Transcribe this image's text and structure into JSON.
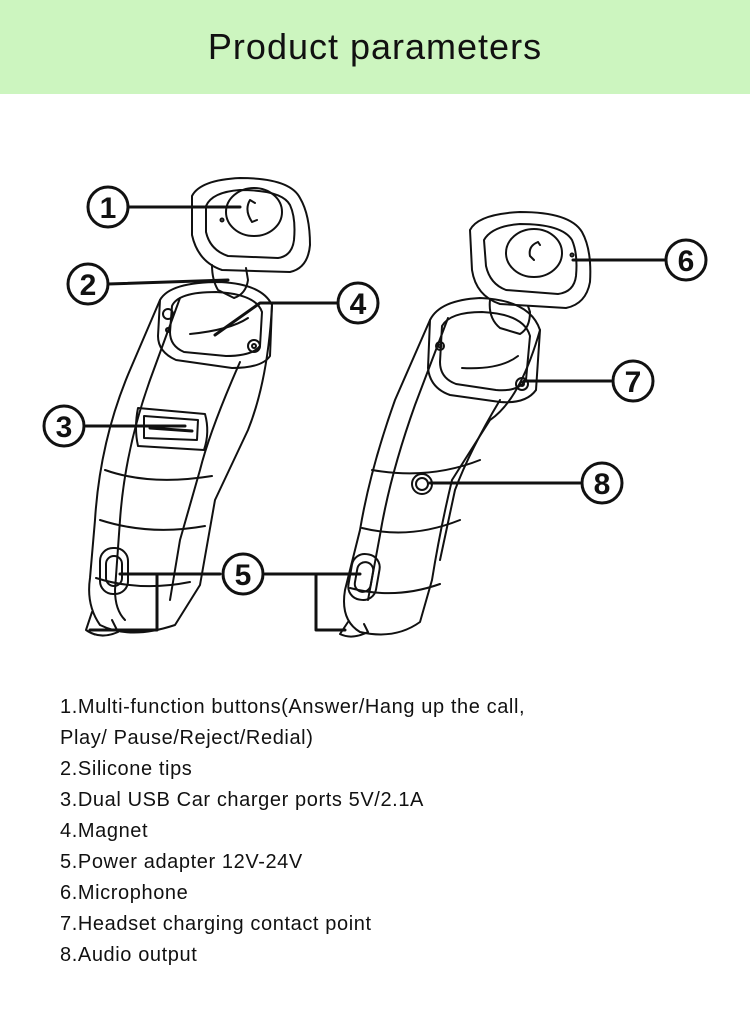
{
  "header": {
    "title": "Product parameters"
  },
  "diagram": {
    "callouts": [
      "1",
      "2",
      "3",
      "4",
      "5",
      "6",
      "7",
      "8"
    ]
  },
  "parameters": [
    "1.Multi-function buttons(Answer/Hang up the call,",
    "Play/ Pause/Reject/Redial)",
    "2.Silicone tips",
    "3.Dual USB Car charger ports 5V/2.1A",
    "4.Magnet",
    "5.Power adapter 12V-24V",
    "6.Microphone",
    "7.Headset charging contact point",
    "8.Audio output"
  ],
  "colors": {
    "header_bg": "#ccf5bf",
    "line": "#111111"
  }
}
